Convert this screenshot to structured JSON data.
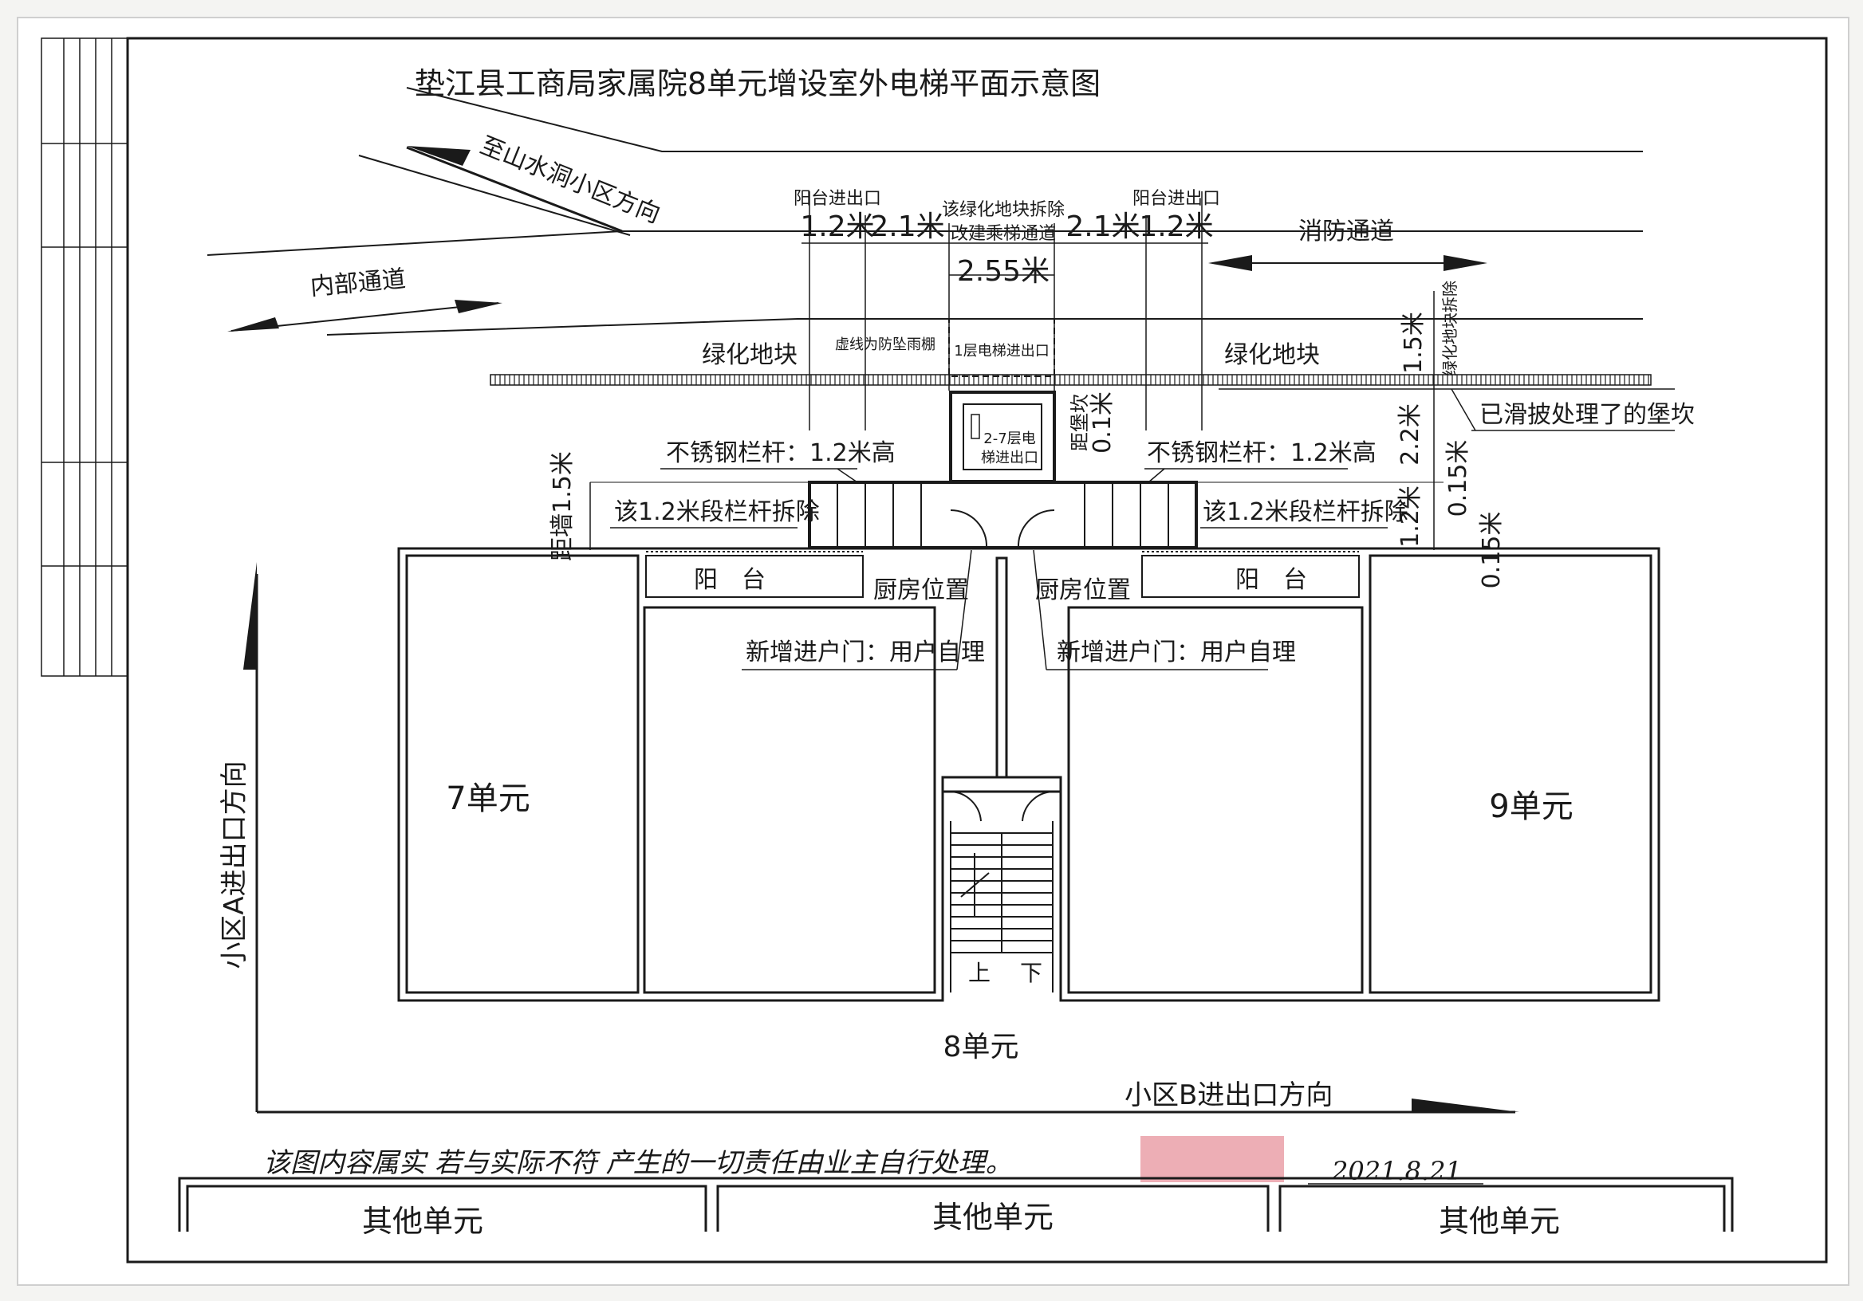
{
  "title": "垫江县工商局家属院8单元增设室外电梯平面示意图",
  "directions": {
    "shanshuidong": "至山水洞小区方向",
    "internal_road": "内部通道",
    "fire_lane": "消防通道",
    "community_a": "小区A进出口方向",
    "community_b": "小区B进出口方向"
  },
  "top_labels": {
    "balcony_exit_left": "阳台进出口",
    "balcony_exit_right": "阳台进出口",
    "green_remove_line1": "该绿化地块拆除",
    "green_remove_line2": "改建乘梯通道",
    "dim_1_2_left": "1.2米",
    "dim_2_1_left": "2.1米",
    "dim_2_1_right": "2.1米",
    "dim_1_2_right": "1.2米",
    "dim_2_55": "2.55米"
  },
  "green_zone": {
    "left_label": "绿化地块",
    "right_label": "绿化地块",
    "canopy_note": "虚线为防坠雨棚",
    "floor1_entry": "1层电梯进出口",
    "dim_1_5": "1.5米",
    "green_remove_vertical": "绿化地块拆除"
  },
  "slope_note": "已滑披处理了的堡坎",
  "elevator": {
    "label_line1": "2-7层电",
    "label_line2": "梯进出口",
    "dist_wall_label": "距堡坎",
    "dist_wall_value": "0.1米"
  },
  "railings": {
    "left_label": "不锈钢栏杆：1.2米高",
    "right_label": "不锈钢栏杆：1.2米高",
    "remove_left": "该1.2米段栏杆拆除",
    "remove_right": "该1.2米段栏杆拆除",
    "dist_wall_left": "距墙1.5米"
  },
  "right_dims": {
    "dim_2_2": "2.2米",
    "dim_0_15_a": "0.15米",
    "dim_1_2": "1.2米",
    "dim_0_15_b": "0.15米"
  },
  "building": {
    "balcony_left": "阳　台",
    "balcony_right": "阳　台",
    "kitchen_left": "厨房位置",
    "kitchen_right": "厨房位置",
    "new_door_left": "新增进户门：用户自理",
    "new_door_right": "新增进户门：用户自理",
    "unit7": "7单元",
    "unit8": "8单元",
    "unit9": "9单元",
    "stair_up": "上",
    "stair_down": "下"
  },
  "other_units": [
    "其他单元",
    "其他单元",
    "其他单元"
  ],
  "handwritten_note": "该图内容属实 若与实际不符 产生的一切责任由业主自行处理。",
  "handwritten_date": "2021.8.21",
  "colors": {
    "ink": "#1a1a1a",
    "paper": "#ffffff",
    "background": "#f4f4f2",
    "redaction": "#e89aa2"
  }
}
